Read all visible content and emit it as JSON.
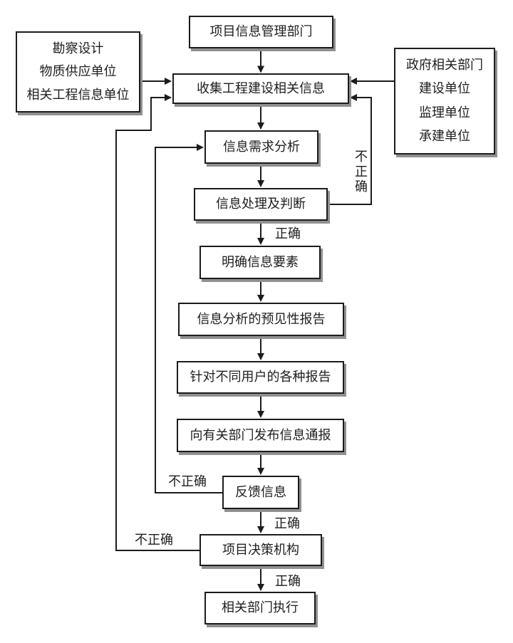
{
  "diagram": {
    "nodes": {
      "dept": {
        "label": "项目信息管理部门"
      },
      "sources_left": {
        "lines": [
          "勘察设计",
          "物质供应单位",
          "相关工程信息单位"
        ]
      },
      "collect": {
        "label": "收集工程建设相关信息"
      },
      "sources_right": {
        "lines": [
          "政府相关部门",
          "建设单位",
          "监理单位",
          "承建单位"
        ]
      },
      "demand": {
        "label": "信息需求分析"
      },
      "process": {
        "label": "信息处理及判断"
      },
      "elements": {
        "label": "明确信息要素"
      },
      "forecast": {
        "label": "信息分析的预见性报告"
      },
      "reports": {
        "label": "针对不同用户的各种报告"
      },
      "notify": {
        "label": "向有关部门发布信息通报"
      },
      "feedback": {
        "label": "反馈信息"
      },
      "decision": {
        "label": "项目决策机构"
      },
      "execute": {
        "label": "相关部门执行"
      }
    },
    "edges": [
      {
        "from": "dept",
        "to": "collect",
        "label": ""
      },
      {
        "from": "sources_left",
        "to": "collect",
        "label": ""
      },
      {
        "from": "sources_right",
        "to": "collect",
        "label": ""
      },
      {
        "from": "collect",
        "to": "demand",
        "label": ""
      },
      {
        "from": "demand",
        "to": "process",
        "label": ""
      },
      {
        "from": "process",
        "to": "elements",
        "label": "正确"
      },
      {
        "from": "elements",
        "to": "forecast",
        "label": ""
      },
      {
        "from": "forecast",
        "to": "reports",
        "label": ""
      },
      {
        "from": "reports",
        "to": "notify",
        "label": ""
      },
      {
        "from": "notify",
        "to": "feedback",
        "label": ""
      },
      {
        "from": "feedback",
        "to": "decision",
        "label": "正确"
      },
      {
        "from": "decision",
        "to": "execute",
        "label": "正确"
      },
      {
        "from": "process",
        "to": "collect",
        "label": "不正确"
      },
      {
        "from": "feedback",
        "to": "demand",
        "label": "不正确"
      },
      {
        "from": "decision",
        "to": "collect",
        "label": "不正确"
      }
    ],
    "colors": {
      "line": "#1c1c1c",
      "box_border": "#1c1c1c",
      "box_fill": "#ffffff",
      "shadow": "#909090",
      "text": "#1e1e1e",
      "background": "#ffffff"
    }
  }
}
